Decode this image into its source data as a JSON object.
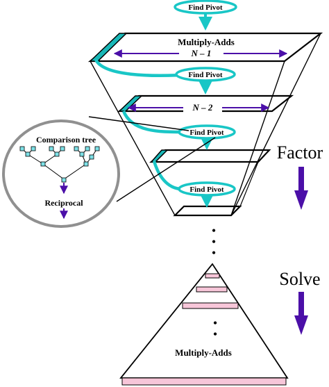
{
  "labels": {
    "find_pivot": "Find Pivot",
    "multiply_adds": "Multiply-Adds",
    "n_minus_1": "N – 1",
    "n_minus_2": "N – 2",
    "comparison_tree": "Comparison tree",
    "reciprocal": "Reciprocal",
    "factor": "Factor",
    "solve": "Solve",
    "dots": "•"
  },
  "colors": {
    "pivot_stroke": "#19c6c6",
    "pivot_fill": "#ffffff",
    "row_band": "#19b8b8",
    "arrow_purple": "#4b0fa8",
    "solve_bar_fill": "#f7c6d9",
    "outline": "#000000",
    "circle_stroke": "#909090",
    "tree_node": "#7de0e6"
  }
}
